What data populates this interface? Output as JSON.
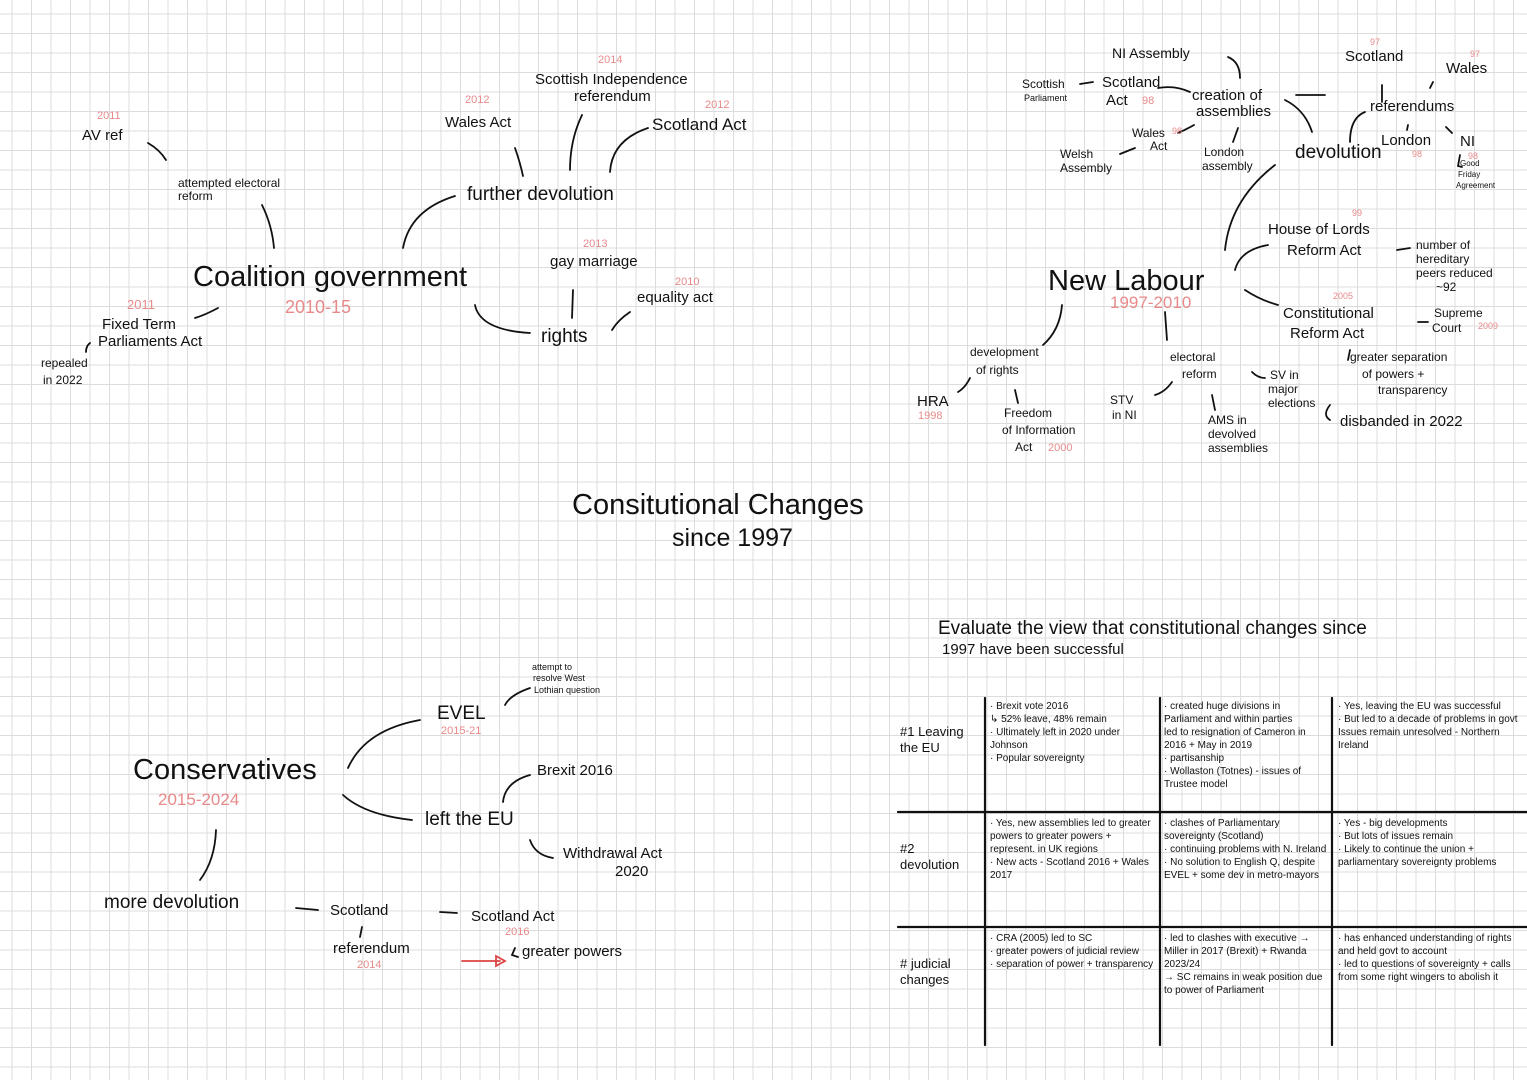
{
  "title": {
    "line1": "Consitutional Changes",
    "line2": "since 1997"
  },
  "coalition": {
    "label": "Coalition government",
    "years": "2010-15",
    "attempted_reform": "attempted electoral reform",
    "av_ref": "AV ref",
    "av_year": "2011",
    "ftpa_line1": "Fixed Term",
    "ftpa_line2": "Parliaments Act",
    "ftpa_year": "2011",
    "repealed_line1": "repealed",
    "repealed_line2": "in 2022",
    "further_devolution": "further devolution",
    "wales_act": "Wales Act",
    "wales_year": "2012",
    "scot_ref_line1": "Scottish Independence",
    "scot_ref_line2": "referendum",
    "scot_ref_year": "2014",
    "scotland_act": "Scotland Act",
    "scotland_year": "2012",
    "rights": "rights",
    "gay_marriage": "gay marriage",
    "gay_year": "2013",
    "equality_act": "equality act",
    "equality_year": "2010"
  },
  "new_labour": {
    "label": "New Labour",
    "years": "1997-2010",
    "devolution": "devolution",
    "creation_line1": "creation of",
    "creation_line2": "assemblies",
    "ni_assembly": "NI Assembly",
    "scotland_act_line1": "Scotland",
    "scotland_act_line2": "Act",
    "scotland_act_year": "98",
    "scottish_parl_line1": "Scottish",
    "scottish_parl_line2": "Parliament",
    "wales_act_line1": "Wales",
    "wales_act_line2": "Act",
    "wales_act_year": "98",
    "welsh_line1": "Welsh",
    "welsh_line2": "Assembly",
    "london_line1": "London",
    "london_line2": "assembly",
    "referendums": "referendums",
    "ref_scotland": "Scotland",
    "ref_scotland_year": "97",
    "ref_wales": "Wales",
    "ref_wales_year": "97",
    "ref_london": "London",
    "ref_london_year": "98",
    "ref_ni": "NI",
    "ref_ni_year": "98",
    "gfa_line1": "Good",
    "gfa_line2": "Friday",
    "gfa_line3": "Agreement",
    "hol_line1": "House of Lords",
    "hol_line2": "Reform Act",
    "hol_year": "99",
    "peers_line1": "number of",
    "peers_line2": "hereditary",
    "peers_line3": "peers reduced",
    "peers_line4": "~92",
    "cra_line1": "Constitutional",
    "cra_line2": "Reform Act",
    "cra_year": "2005",
    "sc_line1": "Supreme",
    "sc_line2": "Court",
    "sc_year": "2009",
    "sep_line1": "greater separation",
    "sep_line2": "of powers +",
    "sep_line3": "transparency",
    "disbanded": "disbanded in 2022",
    "elec_line1": "electoral",
    "elec_line2": "reform",
    "sv_line1": "SV in",
    "sv_line2": "major",
    "sv_line3": "elections",
    "ams_line1": "AMS in",
    "ams_line2": "devolved",
    "ams_line3": "assemblies",
    "stv_line1": "STV",
    "stv_line2": "in NI",
    "dev_rights_line1": "development",
    "dev_rights_line2": "of rights",
    "hra": "HRA",
    "hra_year": "1998",
    "foi_line1": "Freedom",
    "foi_line2": "of Information",
    "foi_line3": "Act",
    "foi_year": "2000"
  },
  "conservatives": {
    "label": "Conservatives",
    "years": "2015-2024",
    "evel": "EVEL",
    "evel_years": "2015-21",
    "wlq_line1": "attempt to",
    "wlq_line2": "resolve West",
    "wlq_line3": "Lothian question",
    "left_eu": "left the EU",
    "brexit": "Brexit 2016",
    "withdrawal_line1": "Withdrawal Act",
    "withdrawal_line2": "2020",
    "more_devolution": "more devolution",
    "scotland": "Scotland",
    "referendum": "referendum",
    "ref_year": "2014",
    "scotland_act": "Scotland Act",
    "scotland_act_year": "2016",
    "greater_powers": "greater powers"
  },
  "essay": {
    "line1": "Evaluate the view that constitutional changes since",
    "line2": "1997 have been successful"
  },
  "table": {
    "rows": [
      {
        "label_line1": "#1 Leaving",
        "label_line2": "the EU",
        "c1": [
          "· Brexit vote 2016",
          "↳ 52% leave, 48% remain",
          "· Ultimately left in 2020 under Johnson",
          "· Popular sovereignty"
        ],
        "c2": [
          "· created huge divisions in Parliament and within parties",
          "led to resignation of Cameron in 2016 + May in 2019",
          "· partisanship",
          "· Wollaston (Totnes) - issues of Trustee model"
        ],
        "c3": [
          "· Yes, leaving the EU was successful",
          "· But led to a decade of problems in govt",
          "Issues remain unresolved - Northern Ireland"
        ]
      },
      {
        "label_line1": "#2",
        "label_line2": "devolution",
        "c1": [
          "· Yes, new assemblies led to greater powers to greater powers + represent. in UK regions",
          "· New acts - Scotland 2016 + Wales 2017"
        ],
        "c2": [
          "· clashes of Parliamentary sovereignty (Scotland)",
          "· continuing problems with N. Ireland",
          "· No solution to English Q, despite EVEL + some dev in metro-mayors"
        ],
        "c3": [
          "· Yes - big developments",
          "· But lots of issues remain",
          "· Likely to continue the union + parliamentary sovereignty problems"
        ]
      },
      {
        "label_line1": "# judicial",
        "label_line2": "changes",
        "c1": [
          "· CRA (2005) led to SC",
          "· greater powers of judicial review",
          "· separation of power + transparency"
        ],
        "c2": [
          "· led to clashes with executive → Miller in 2017 (Brexit) + Rwanda 2023/24",
          "→ SC remains in weak position due to power of Parliament"
        ],
        "c3": [
          "· has enhanced understanding of rights and held govt to account",
          "· led to questions of sovereignty + calls from some right wingers to abolish it"
        ]
      }
    ]
  },
  "colors": {
    "ink": "#111111",
    "accent": "#e88a8a",
    "grid": "#dcdcdc"
  }
}
